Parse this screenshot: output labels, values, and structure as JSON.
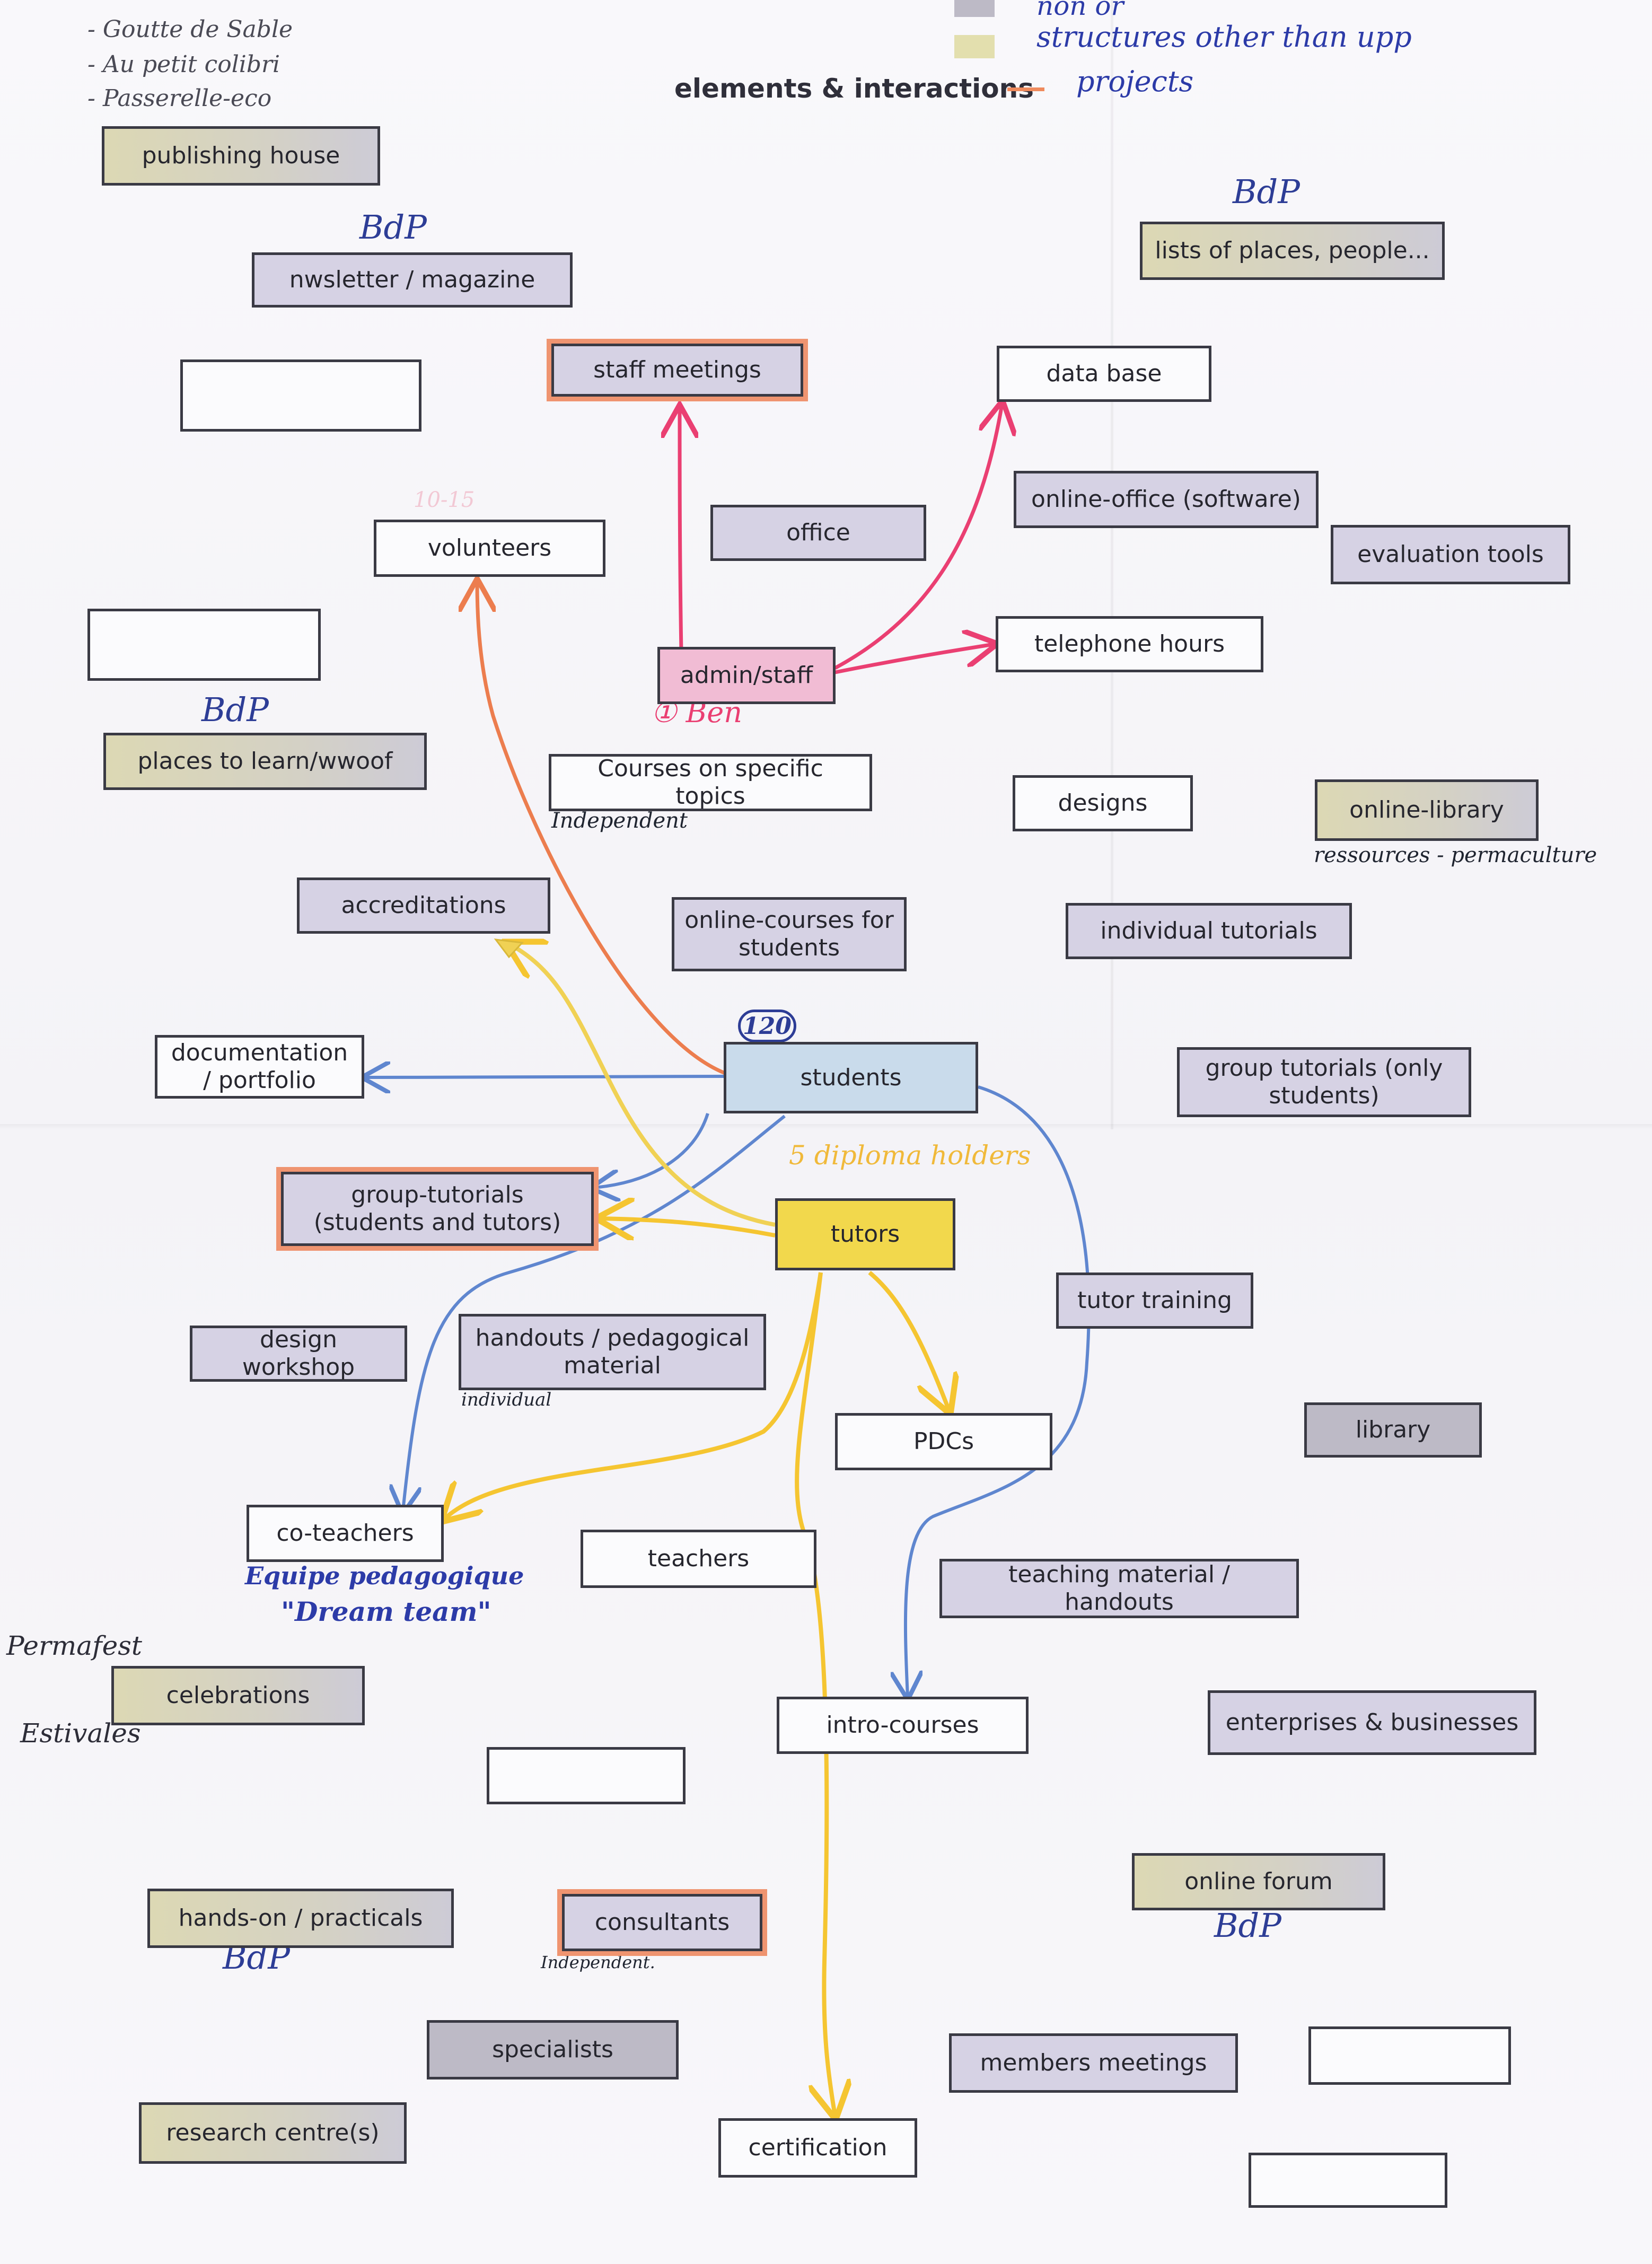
{
  "title": "elements & interactions",
  "legend": [
    {
      "label": "non or",
      "color": "#bdbac6"
    },
    {
      "label": "structures other than upp",
      "color": "#e3dfae"
    },
    {
      "label": "projects",
      "color": "#ef8a5c"
    }
  ],
  "notes": {
    "publishers_list": [
      "- Goutte de Sable",
      "- Au petit colibri",
      "- Passerelle-eco"
    ],
    "bdp": "BdP",
    "volunteers_count": "10-15",
    "ben": "① Ben",
    "students_count": "120",
    "diploma_holders": "5 diploma holders",
    "independent": "Independent",
    "independent_short": "Independent.",
    "ressources": "ressources - permaculture",
    "individual": "individual",
    "equipe": "Equipe pedagogique",
    "dream_team": "\"Dream team\"",
    "permafest": "Permafest",
    "estivales": "Estivales"
  },
  "nodes": {
    "publishing_house": "publishing house",
    "newsletter": "nwsletter / magazine",
    "lists": "lists of places, people...",
    "staff_meetings": "staff meetings",
    "data_base": "data base",
    "online_office": "online-office (software)",
    "evaluation_tools": "evaluation tools",
    "office": "office",
    "volunteers": "volunteers",
    "admin_staff": "admin/staff",
    "telephone_hours": "telephone hours",
    "places_to_learn": "places to learn/wwoof",
    "courses_specific": "Courses on specific topics",
    "designs": "designs",
    "online_library": "online-library",
    "accreditations": "accreditations",
    "online_courses": "online-courses for students",
    "individual_tutorials": "individual tutorials",
    "documentation": "documentation / portfolio",
    "students": "students",
    "group_tutorials_only": "group tutorials (only students)",
    "group_tutorials_st": "group-tutorials (students and tutors)",
    "tutors": "tutors",
    "tutor_training": "tutor training",
    "design_workshop": "design workshop",
    "handouts_ped": "handouts / pedagogical material",
    "pdcs": "PDCs",
    "library": "library",
    "co_teachers": "co-teachers",
    "teachers": "teachers",
    "teaching_material": "teaching material / handouts",
    "celebrations": "celebrations",
    "intro_courses": "intro-courses",
    "enterprises": "enterprises & businesses",
    "online_forum": "online forum",
    "hands_on": "hands-on / practicals",
    "consultants": "consultants",
    "specialists": "specialists",
    "members_meetings": "members meetings",
    "research_centres": "research centre(s)",
    "certification": "certification"
  },
  "edge_colors": {
    "admin": "#ea3f72",
    "student": "#5f86cf",
    "tutor": "#f5c531",
    "volunteer": "#ec7d4e",
    "accreditation": "#f0d154"
  }
}
